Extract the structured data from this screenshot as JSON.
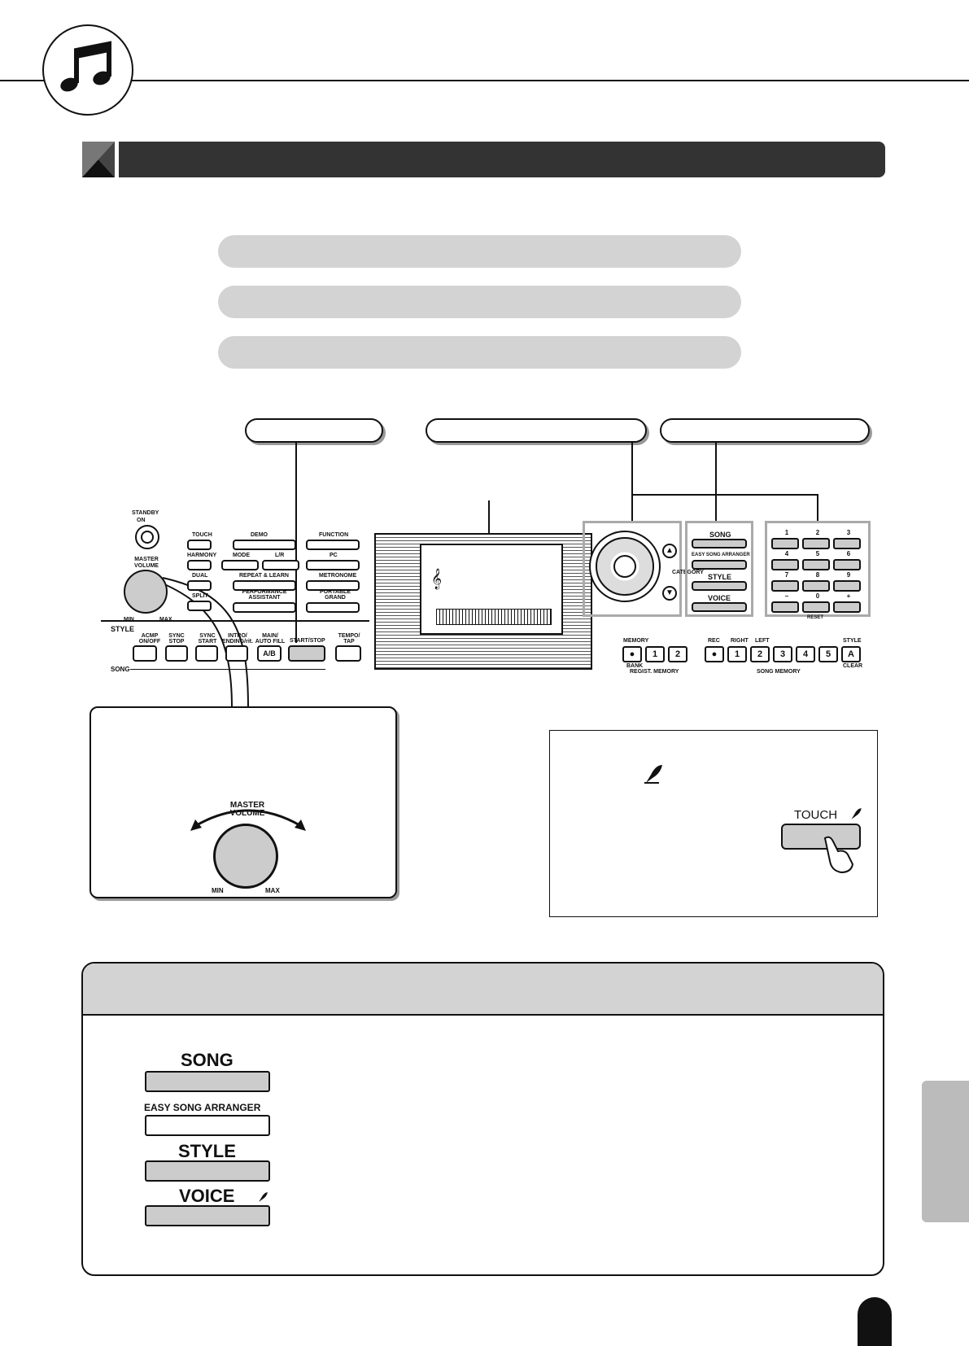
{
  "panel_labels": {
    "standby": "STANDBY",
    "on": "ON",
    "master_volume": "MASTER VOLUME",
    "min": "MIN",
    "max": "MAX",
    "touch": "TOUCH",
    "demo": "DEMO",
    "function": "FUNCTION",
    "harmony": "HARMONY",
    "mode": "MODE",
    "lr": "L/R",
    "pc": "PC",
    "dual": "DUAL",
    "repeat_learn": "REPEAT & LEARN",
    "metronome": "METRONOME",
    "split": "SPLIT",
    "performance_assistant": "PERFORMANCE ASSISTANT",
    "portable_grand": "PORTABLE GRAND",
    "style": "STYLE",
    "song": "SONG",
    "acmp": "ACMP ON/OFF",
    "sync_stop": "SYNC STOP",
    "sync_start": "SYNC START",
    "intro_ending": "INTRO/ ENDING/rit.",
    "main_auto_fill": "MAIN/ AUTO FILL",
    "ab": "A/B",
    "start_stop": "START/STOP",
    "tempo_tap": "TEMPO/ TAP",
    "category": "CATEGORY",
    "song_btn": "SONG",
    "esa_btn": "EASY SONG ARRANGER",
    "style_btn": "STYLE",
    "voice_btn": "VOICE",
    "reset": "RESET",
    "memory": "MEMORY",
    "bank": "BANK",
    "regist_memory": "REGIST. MEMORY",
    "rec": "REC",
    "right": "RIGHT",
    "left": "LEFT",
    "style_small": "STYLE",
    "clear": "CLEAR",
    "song_memory": "SONG MEMORY"
  },
  "numpad": [
    "1",
    "2",
    "3",
    "4",
    "5",
    "6",
    "7",
    "8",
    "9",
    "–",
    "0",
    "+"
  ],
  "regist_keys": [
    "●",
    "1",
    "2"
  ],
  "song_memory_keys": [
    "●",
    "1",
    "2",
    "3",
    "4",
    "5",
    "A"
  ],
  "zoom_knob": {
    "title": "MASTER VOLUME",
    "min": "MIN",
    "max": "MAX"
  },
  "touch_example": {
    "label": "TOUCH"
  },
  "legend_buttons": {
    "song": "SONG",
    "esa": "EASY SONG ARRANGER",
    "style": "STYLE",
    "voice": "VOICE"
  }
}
